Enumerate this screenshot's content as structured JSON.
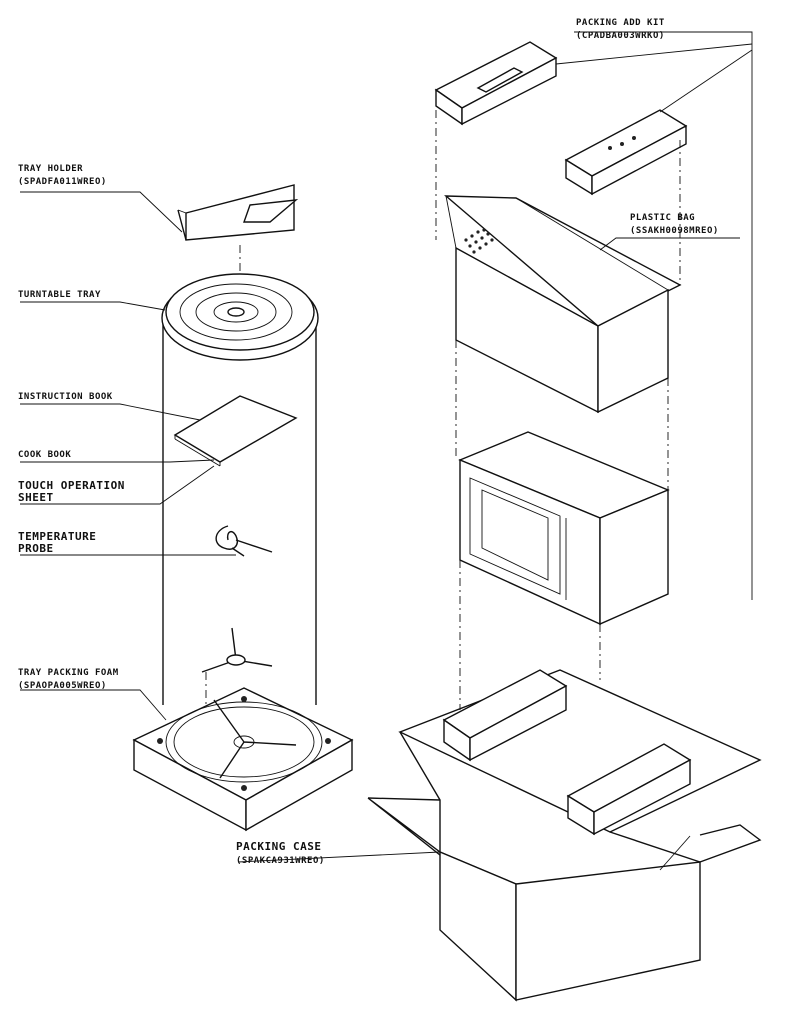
{
  "labels": {
    "packing_add_kit": "PACKING ADD KIT",
    "packing_add_kit_pn": "(CPADBA003WRKO)",
    "tray_holder": "TRAY HOLDER",
    "tray_holder_pn": "(SPADFA011WREO)",
    "plastic_bag": "PLASTIC BAG",
    "plastic_bag_pn": "(SSAKH0098MREO)",
    "turntable_tray": "TURNTABLE TRAY",
    "instruction_book": "INSTRUCTION BOOK",
    "cook_book": "COOK BOOK",
    "touch_operation_sheet_1": "TOUCH OPERATION",
    "touch_operation_sheet_2": "SHEET",
    "temperature_probe_1": "TEMPERATURE",
    "temperature_probe_2": "PROBE",
    "tray_packing_foam": "TRAY PACKING FOAM",
    "tray_packing_foam_pn": "(SPAOPA005WREO)",
    "packing_case": "PACKING CASE",
    "packing_case_pn": "(SPAKCA931WREO)"
  }
}
